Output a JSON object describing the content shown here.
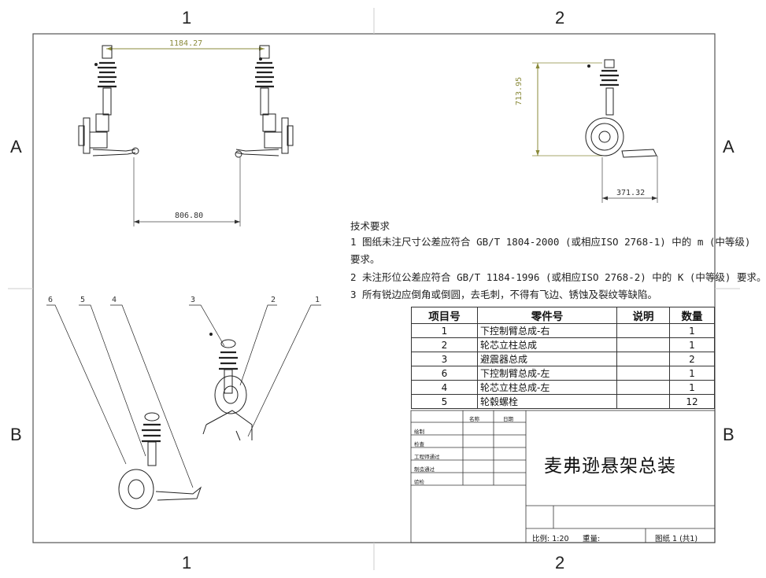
{
  "zones": {
    "top": [
      "1",
      "2"
    ],
    "bottom": [
      "1",
      "2"
    ],
    "left": [
      "A",
      "B"
    ],
    "right": [
      "A",
      "B"
    ]
  },
  "dimensions": {
    "front_top_width": "1184.27",
    "front_bottom_width": "806.80",
    "side_height": "713.95",
    "side_width": "371.32"
  },
  "balloons": [
    "6",
    "5",
    "4",
    "3",
    "2",
    "1"
  ],
  "tech_requirements": {
    "heading": "技术要求",
    "lines": [
      "1 图纸未注尺寸公差应符合 GB/T 1804-2000 (或相应ISO 2768-1) 中的 m (中等级)",
      "要求。",
      "2 未注形位公差应符合 GB/T 1184-1996 (或相应ISO 2768-2) 中的 K (中等级)  要求。",
      "3 所有锐边应倒角或倒圆，去毛刺，不得有飞边、锈蚀及裂纹等缺陷。"
    ]
  },
  "bom": {
    "headers": [
      "项目号",
      "零件号",
      "说明",
      "数量"
    ],
    "rows": [
      {
        "item": "1",
        "part": "下控制臂总成-右",
        "desc": "",
        "qty": "1"
      },
      {
        "item": "2",
        "part": "轮芯立柱总成",
        "desc": "",
        "qty": "1"
      },
      {
        "item": "3",
        "part": "避震器总成",
        "desc": "",
        "qty": "2"
      },
      {
        "item": "6",
        "part": "下控制臂总成-左",
        "desc": "",
        "qty": "1"
      },
      {
        "item": "4",
        "part": "轮芯立柱总成-左",
        "desc": "",
        "qty": "1"
      },
      {
        "item": "5",
        "part": "轮毂螺栓",
        "desc": "",
        "qty": "12"
      }
    ]
  },
  "title_block": {
    "col_name": "名称",
    "col_date": "日期",
    "rows": [
      "绘制",
      "检查",
      "工程师通过",
      "制造通过",
      "验检"
    ],
    "title": "麦弗逊悬架总装",
    "scale": "比例: 1:20",
    "weight": "重量:",
    "sheet": "图纸 1 (共1)"
  }
}
